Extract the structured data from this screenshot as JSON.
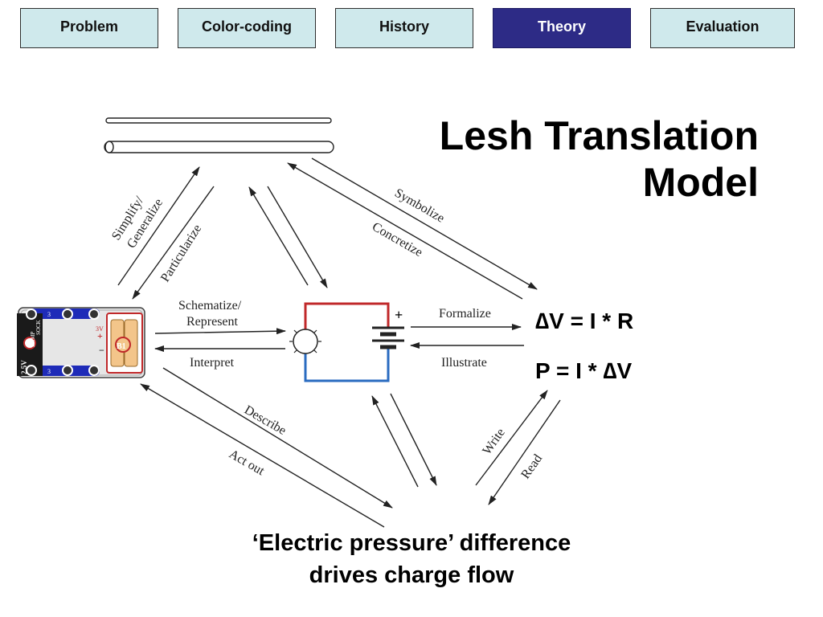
{
  "nav": {
    "tabs": [
      {
        "label": "Problem",
        "active": false
      },
      {
        "label": "Color-coding",
        "active": false
      },
      {
        "label": "History",
        "active": false
      },
      {
        "label": "Theory",
        "active": true
      },
      {
        "label": "Evaluation",
        "active": false
      }
    ]
  },
  "title": {
    "line1": "Lesh Translation",
    "line2": "Model"
  },
  "formulas": {
    "ohm": "∆V = I * R",
    "power": "P = I * ∆V"
  },
  "caption": {
    "line1": "‘Electric pressure’ difference",
    "line2": "drives charge flow"
  },
  "arrows": {
    "simplify": "Simplify/",
    "generalize": "Generalize",
    "particularize": "Particularize",
    "symbolize": "Symbolize",
    "concretize": "Concretize",
    "schematize": "Schematize/",
    "represent": "Represent",
    "interpret": "Interpret",
    "formalize": "Formalize",
    "illustrate": "Illustrate",
    "describe": "Describe",
    "act_out": "Act out",
    "write": "Write",
    "read": "Read"
  },
  "circuit_kit": {
    "label_25v": "2.5V",
    "label_3v": "3V",
    "label_b1": "B1",
    "label_3": "3",
    "label_lamp": "LAMP",
    "label_sock": "SOCK"
  },
  "circuit": {
    "plus": "+"
  },
  "colors": {
    "accent": "#2d2b86",
    "tab_bg": "#cfe9ec",
    "wire_red": "#c0282a",
    "wire_blue": "#2a6bc0"
  }
}
